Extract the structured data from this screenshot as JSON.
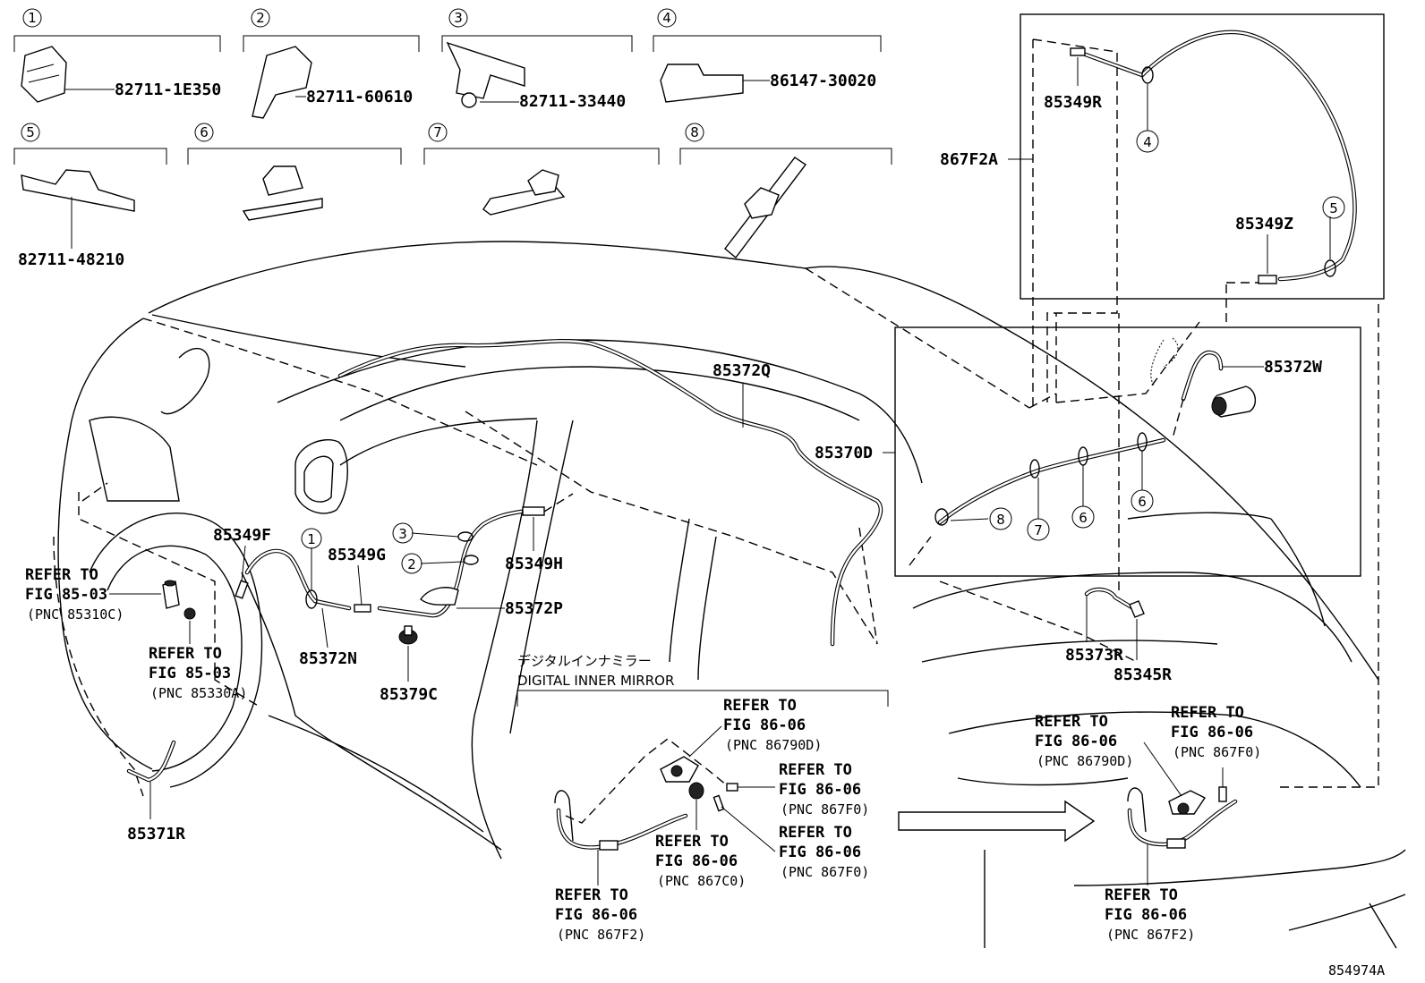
{
  "catalog_number": "854974A",
  "inset_parts": [
    {
      "num": "1",
      "part": "82711-1E350"
    },
    {
      "num": "2",
      "part": "82711-60610"
    },
    {
      "num": "3",
      "part": "82711-33440"
    },
    {
      "num": "4",
      "part": "86147-30020"
    },
    {
      "num": "5",
      "part": "82711-48210"
    },
    {
      "num": "6",
      "part": ""
    },
    {
      "num": "7",
      "part": ""
    },
    {
      "num": "8",
      "part": ""
    }
  ],
  "labels": {
    "l_867F2A": "867F2A",
    "l_85349R": "85349R",
    "l_85349Z": "85349Z",
    "l_85372W": "85372W",
    "l_85370D": "85370D",
    "l_85372Q": "85372Q",
    "l_85349F": "85349F",
    "l_85349G": "85349G",
    "l_85349H": "85349H",
    "l_85372N": "85372N",
    "l_85372P": "85372P",
    "l_85379C": "85379C",
    "l_85371R": "85371R",
    "l_85373R": "85373R",
    "l_85345R": "85345R"
  },
  "callouts": {
    "c4": "4",
    "c5": "5",
    "c6a": "6",
    "c6b": "6",
    "c7": "7",
    "c8": "8",
    "c1": "1",
    "c2": "2",
    "c3": "3"
  },
  "refer_text": "REFER TO",
  "refs": {
    "r1": {
      "fig": "FIG 85-03",
      "pnc": "(PNC 85310C)"
    },
    "r2": {
      "fig": "FIG 85-03",
      "pnc": "(PNC 85330A)"
    },
    "r3": {
      "fig": "FIG 86-06",
      "pnc": "(PNC 86790D)"
    },
    "r4": {
      "fig": "FIG 86-06",
      "pnc": "(PNC 867F0)"
    },
    "r5": {
      "fig": "FIG 86-06",
      "pnc": "(PNC 867F0)"
    },
    "r6": {
      "fig": "FIG 86-06",
      "pnc": "(PNC 867C0)"
    },
    "r7": {
      "fig": "FIG 86-06",
      "pnc": "(PNC 867F2)"
    },
    "r8": {
      "fig": "FIG 86-06",
      "pnc": "(PNC 86790D)"
    },
    "r9": {
      "fig": "FIG 86-06",
      "pnc": "(PNC 867F0)"
    },
    "r10": {
      "fig": "FIG 86-06",
      "pnc": "(PNC 867F2)"
    }
  },
  "mirror": {
    "jp": "デジタルインナミラー",
    "en": "DIGITAL INNER MIRROR"
  }
}
